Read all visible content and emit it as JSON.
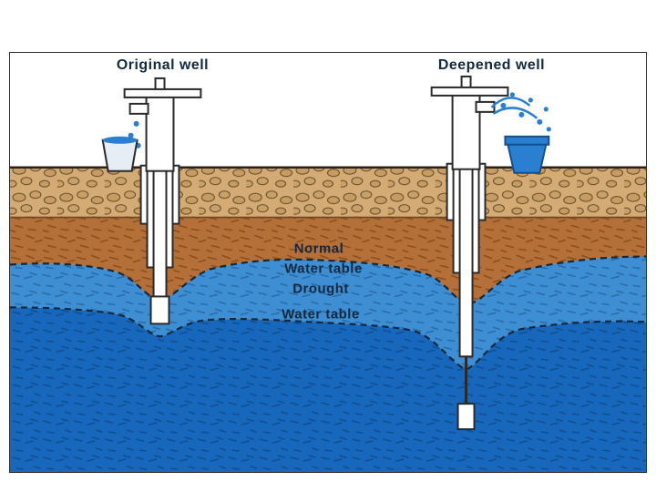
{
  "labels": {
    "original_well": "Original well",
    "deepened_well": "Deepened well",
    "normal_line1": "Normal",
    "normal_line2": "Water table",
    "drought_line1": "Drought",
    "drought_line2": "Water table"
  },
  "colors": {
    "gravel": "#d4ab74",
    "subsoil": "#b56f38",
    "upper_groundwater": "#3d8ed2",
    "deep_groundwater": "#1767bd",
    "water": "#2b7fd0",
    "casing": "#ffffff",
    "outline": "#2a2a2a",
    "label_text": "#13293f"
  }
}
